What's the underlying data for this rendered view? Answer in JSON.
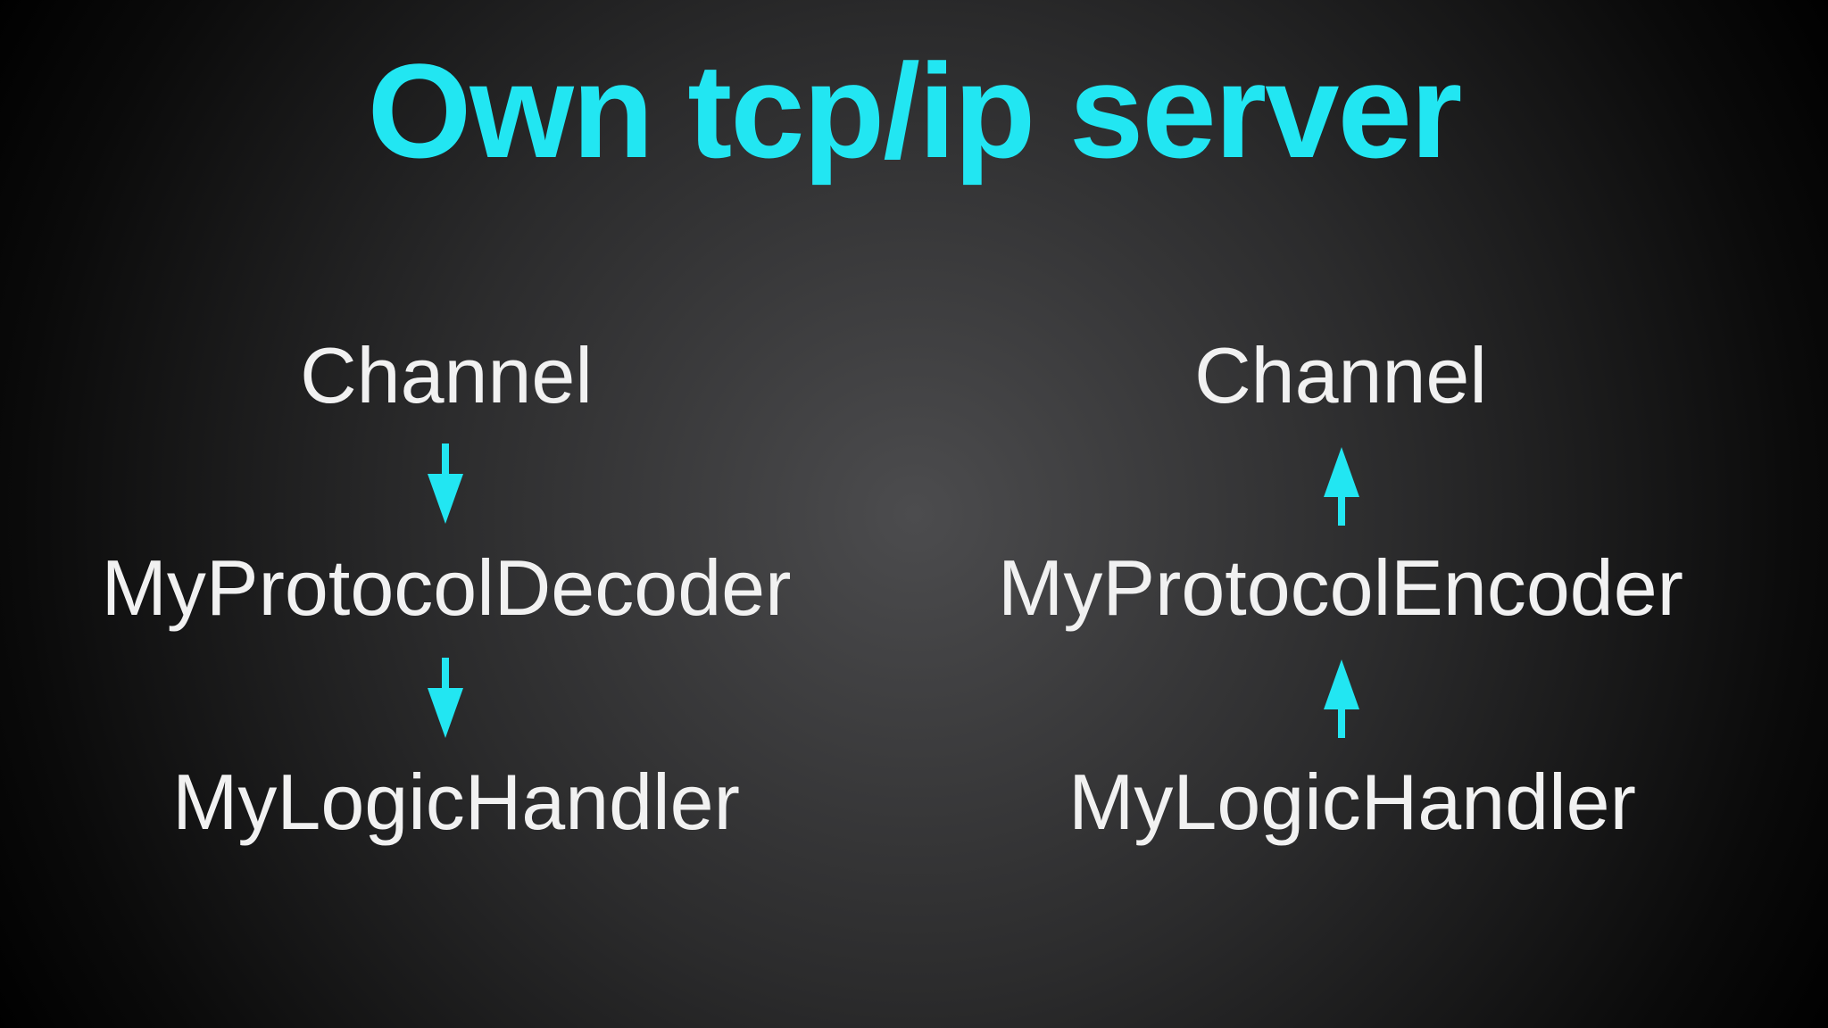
{
  "slide": {
    "title": "Own tcp/ip server"
  },
  "colors": {
    "accent_cyan": "#22e6f2",
    "text_white": "#f1f1f1",
    "background_center": "#4c4c4e",
    "background_mid": "#2b2b2c",
    "background_edge_dark": "#0a0a0a",
    "background_corner": "#000000"
  },
  "diagram": {
    "columns": [
      {
        "side": "left",
        "arrow_direction": "down",
        "nodes": [
          "Channel",
          "MyProtocolDecoder",
          "MyLogicHandler"
        ]
      },
      {
        "side": "right",
        "arrow_direction": "up",
        "nodes": [
          "Channel",
          "MyProtocolEncoder",
          "MyLogicHandler"
        ]
      }
    ]
  }
}
